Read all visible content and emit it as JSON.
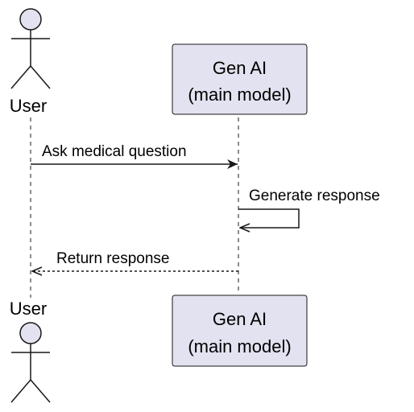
{
  "participants": {
    "user": {
      "label": "User",
      "kind": "actor"
    },
    "genai": {
      "label_line1": "Gen AI",
      "label_line2": "(main model)",
      "kind": "participant"
    }
  },
  "messages": [
    {
      "from": "user",
      "to": "genai",
      "label": "Ask medical question",
      "style": "solid"
    },
    {
      "from": "genai",
      "to": "genai",
      "label": "Generate response",
      "style": "solid"
    },
    {
      "from": "genai",
      "to": "user",
      "label": "Return response",
      "style": "dashed"
    }
  ],
  "colors": {
    "participant_fill": "#e2e2f0",
    "participant_border": "#181818",
    "line": "#181818",
    "background": "#ffffff"
  }
}
